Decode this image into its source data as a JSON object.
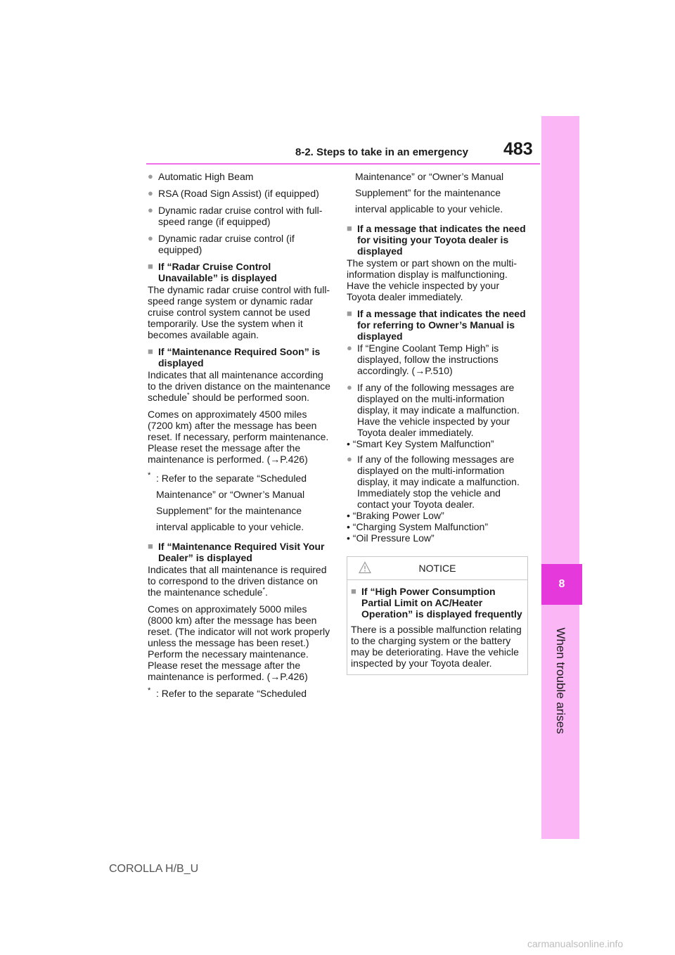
{
  "header": {
    "section_title": "8-2. Steps to take in an emergency",
    "page_number": "483"
  },
  "side_tab": {
    "chapter_number": "8",
    "chapter_label": "When trouble arises"
  },
  "left_column": {
    "bullets": [
      "Automatic High Beam",
      "RSA (Road Sign Assist) (if equipped)",
      "Dynamic radar cruise control with full-speed range (if equipped)",
      "Dynamic radar cruise control (if equipped)"
    ],
    "s1_heading": "If “Radar Cruise Control Unavailable” is displayed",
    "s1_body": "The dynamic radar cruise control with full-speed range system or dynamic radar cruise control system cannot be used temporarily. Use the system when it becomes available again.",
    "s2_heading": "If “Maintenance Required Soon” is displayed",
    "s2_body1_a": "Indicates that all maintenance according to the driven distance on the maintenance schedule",
    "s2_body1_b": " should be performed soon.",
    "s2_body2": "Comes on approximately 4500 miles (7200 km) after the message has been reset. If necessary, perform maintenance. Please reset the message after the maintenance is performed. (→P.426)",
    "s2_note": ": Refer to the separate “Scheduled Maintenance” or “Owner’s Manual Supplement” for the maintenance interval applicable to your vehicle.",
    "s3_heading": "If “Maintenance Required Visit Your Dealer” is displayed",
    "s3_body1_a": "Indicates that all maintenance is required to correspond to the driven distance on the maintenance schedule",
    "s3_body1_b": ".",
    "s3_body2": "Comes on approximately 5000 miles (8000 km) after the message has been reset. (The indicator will not work properly unless the message has been reset.) Perform the necessary maintenance. Please reset the message after the maintenance is performed. (→P.426)",
    "s3_note_start": ": Refer to the separate “Scheduled"
  },
  "right_column": {
    "note_continuation": "Maintenance” or “Owner’s Manual Supplement” for the maintenance interval applicable to your vehicle.",
    "s4_heading": "If a message that indicates the need for visiting your Toyota dealer is displayed",
    "s4_body": "The system or part shown on the multi-information display is malfunctioning. Have the vehicle inspected by your Toyota dealer immediately.",
    "s5_heading": "If a message that indicates the need for referring to Owner’s Manual is displayed",
    "s5_bullet1": "If “Engine Coolant Temp High” is displayed, follow the instructions accordingly. (→P.510)",
    "s5_bullet2": "If any of the following messages are displayed on the multi-information display, it may indicate a malfunction. Have the vehicle inspected by your Toyota dealer immediately.",
    "s5_list1": [
      "• “Smart Key System Malfunction”"
    ],
    "s5_bullet3": "If any of the following messages are displayed on the multi-information display, it may indicate a malfunction. Immediately stop the vehicle and contact your Toyota dealer.",
    "s5_list2": [
      "• “Braking Power Low”",
      "• “Charging System Malfunction”",
      "• “Oil Pressure Low”"
    ]
  },
  "notice": {
    "title": "NOTICE",
    "heading": "If “High Power Consumption Partial Limit on AC/Heater Operation” is displayed frequently",
    "body": "There is a possible malfunction relating to the charging system or the battery may be deteriorating. Have the vehicle inspected by your Toyota dealer."
  },
  "footer": {
    "model": "COROLLA H/B_U",
    "watermark": "carmanualsonline.info"
  },
  "colors": {
    "accent_rule": "#f06ee8",
    "side_tab": "#fbb6f6",
    "side_num": "#e639dc"
  }
}
